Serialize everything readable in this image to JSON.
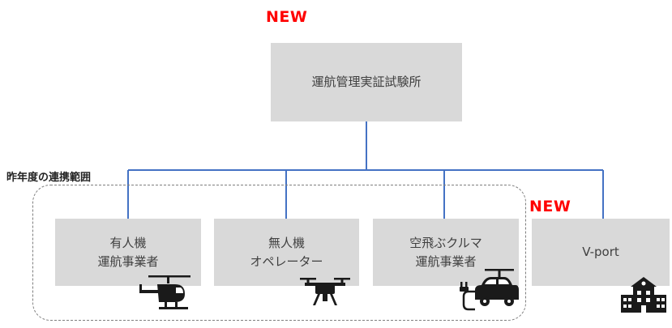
{
  "labels": {
    "new_top": "NEW",
    "new_right": "NEW",
    "scope": "昨年度の連携範囲"
  },
  "center": {
    "name": "運航管理実証試験所"
  },
  "nodes": [
    {
      "line1": "有人機",
      "line2": "運航事業者",
      "icon": "helicopter-icon"
    },
    {
      "line1": "無人機",
      "line2": "オペレーター",
      "icon": "drone-icon"
    },
    {
      "line1": "空飛ぶクルマ",
      "line2": "運航事業者",
      "icon": "flying-car-icon"
    },
    {
      "line1": "V-port",
      "line2": "",
      "icon": "building-icon"
    }
  ],
  "colors": {
    "connector": "#4472c4",
    "box": "#d9d9d9",
    "new": "#ff0000",
    "icon": "#1a1a1a"
  }
}
